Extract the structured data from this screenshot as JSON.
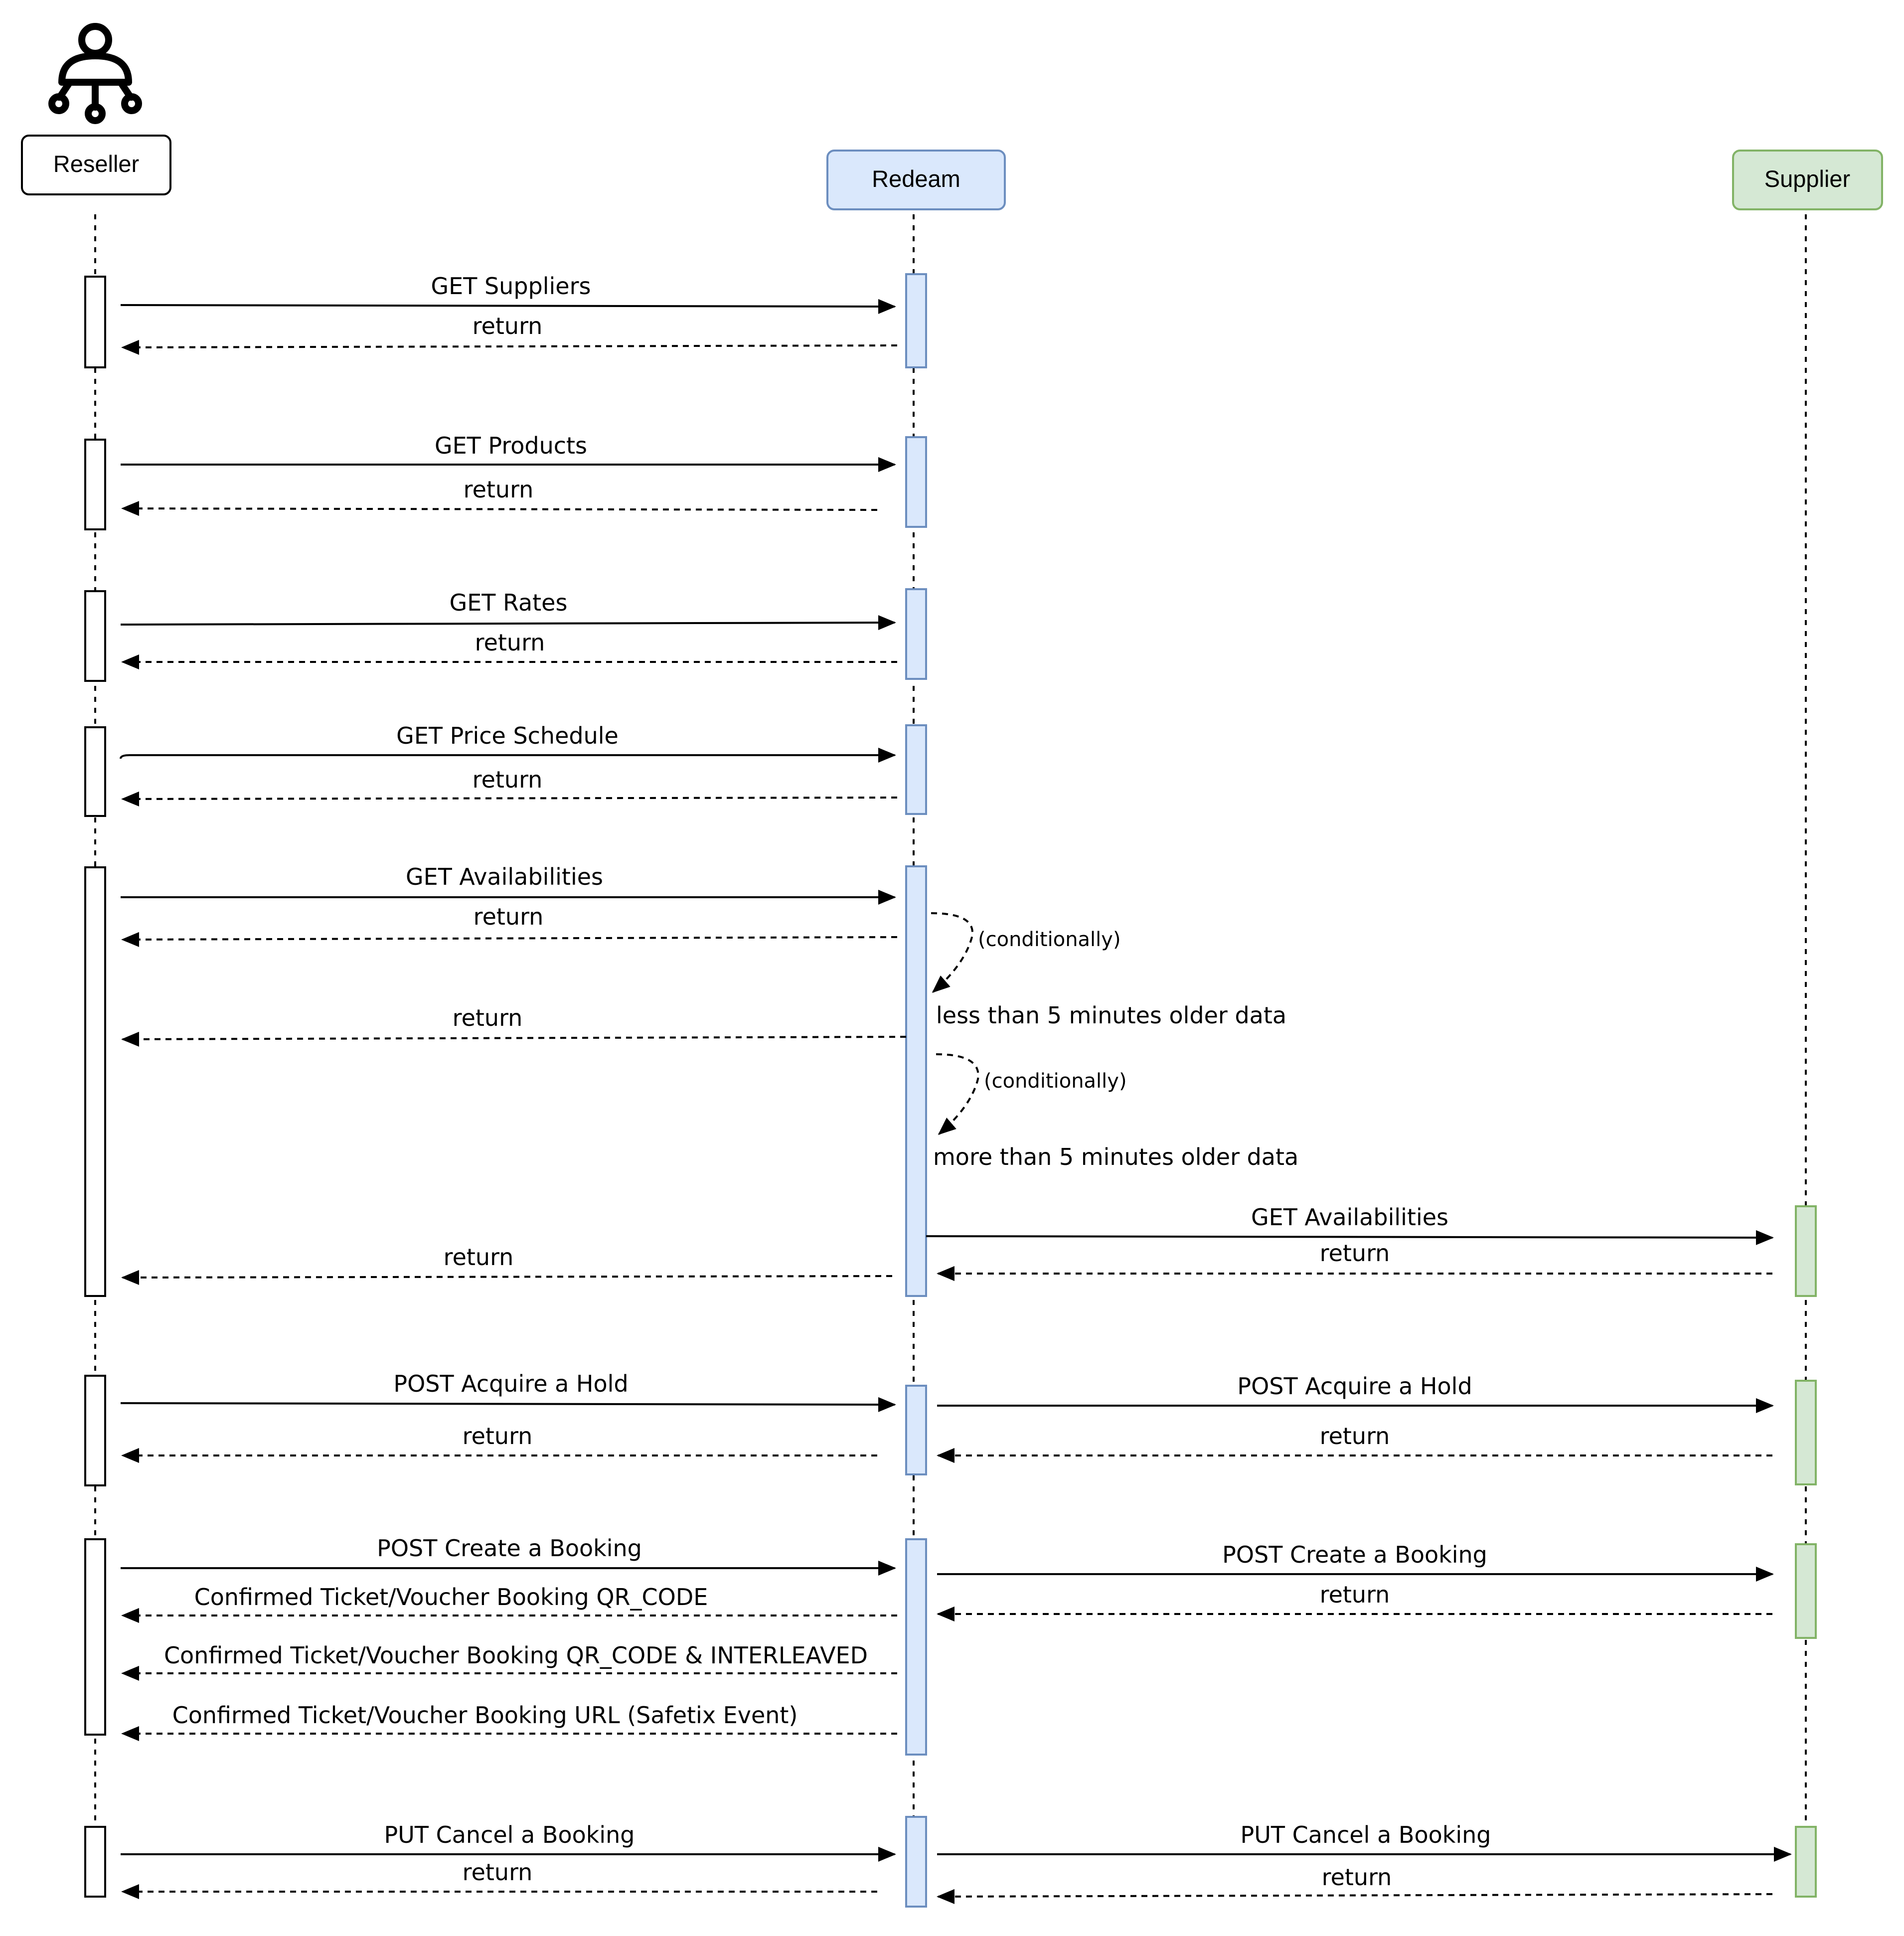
{
  "participants": {
    "reseller": {
      "label": "Reseller",
      "fill": "#ffffff",
      "stroke": "#000000"
    },
    "redeam": {
      "label": "Redeam",
      "fill": "#dae8fc",
      "stroke": "#6c8ebf"
    },
    "supplier": {
      "label": "Supplier",
      "fill": "#d5e8d4",
      "stroke": "#82b366"
    }
  },
  "icons": {
    "reseller": "person-network-icon"
  },
  "messages": [
    {
      "id": "get-suppliers",
      "label": "GET Suppliers",
      "kind": "call"
    },
    {
      "id": "get-suppliers-return",
      "label": "return",
      "kind": "return"
    },
    {
      "id": "get-products",
      "label": "GET Products",
      "kind": "call"
    },
    {
      "id": "get-products-return",
      "label": "return",
      "kind": "return"
    },
    {
      "id": "get-rates",
      "label": "GET Rates",
      "kind": "call"
    },
    {
      "id": "get-rates-return",
      "label": "return",
      "kind": "return"
    },
    {
      "id": "get-price-schedule",
      "label": "GET Price Schedule",
      "kind": "call"
    },
    {
      "id": "get-price-schedule-return",
      "label": "return",
      "kind": "return"
    },
    {
      "id": "get-availabilities",
      "label": "GET Availabilities",
      "kind": "call"
    },
    {
      "id": "get-availabilities-return-1",
      "label": "return",
      "kind": "return"
    },
    {
      "id": "self-conditional-1",
      "label": "(conditionally)",
      "kind": "self"
    },
    {
      "id": "note-less-than",
      "label": "less than 5 minutes older data",
      "kind": "note"
    },
    {
      "id": "get-availabilities-return-2",
      "label": "return",
      "kind": "return"
    },
    {
      "id": "self-conditional-2",
      "label": "(conditionally)",
      "kind": "self"
    },
    {
      "id": "note-more-than",
      "label": "more than 5 minutes older data",
      "kind": "note"
    },
    {
      "id": "supplier-get-availabilities",
      "label": "GET Availabilities",
      "kind": "call"
    },
    {
      "id": "supplier-get-availabilities-return",
      "label": "return",
      "kind": "return"
    },
    {
      "id": "get-availabilities-return-3",
      "label": "return",
      "kind": "return"
    },
    {
      "id": "post-acquire-hold",
      "label": "POST Acquire a Hold",
      "kind": "call"
    },
    {
      "id": "supplier-post-acquire-hold",
      "label": "POST Acquire a Hold",
      "kind": "call"
    },
    {
      "id": "post-acquire-hold-return",
      "label": "return",
      "kind": "return"
    },
    {
      "id": "supplier-post-acquire-hold-return",
      "label": "return",
      "kind": "return"
    },
    {
      "id": "post-create-booking",
      "label": "POST Create a Booking",
      "kind": "call"
    },
    {
      "id": "supplier-post-create-booking",
      "label": "POST Create a Booking",
      "kind": "call"
    },
    {
      "id": "supplier-post-create-booking-return",
      "label": "return",
      "kind": "return"
    },
    {
      "id": "confirmed-qr",
      "label": "Confirmed Ticket/Voucher Booking QR_CODE",
      "kind": "return"
    },
    {
      "id": "confirmed-qr-interleaved",
      "label": "Confirmed Ticket/Voucher Booking QR_CODE & INTERLEAVED",
      "kind": "return"
    },
    {
      "id": "confirmed-url",
      "label": "Confirmed Ticket/Voucher Booking URL (Safetix Event)",
      "kind": "return"
    },
    {
      "id": "put-cancel-booking",
      "label": "PUT Cancel a Booking",
      "kind": "call"
    },
    {
      "id": "supplier-put-cancel-booking",
      "label": "PUT Cancel a Booking",
      "kind": "call"
    },
    {
      "id": "put-cancel-booking-return",
      "label": "return",
      "kind": "return"
    },
    {
      "id": "supplier-put-cancel-booking-return",
      "label": "return",
      "kind": "return"
    }
  ]
}
